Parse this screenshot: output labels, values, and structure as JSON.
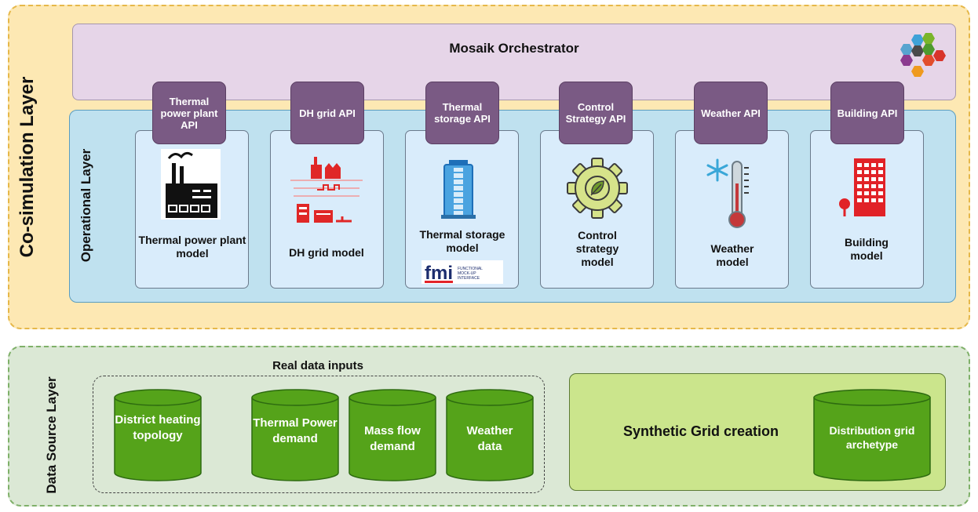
{
  "colors": {
    "cosim_bg": "#fde8b3",
    "orchestrator_bg": "#e6d5e8",
    "operational_bg": "#bfe1ef",
    "api_bg": "#7a5a84",
    "model_bg": "#d9ecfb",
    "datasource_bg": "#dbe8d5",
    "cylinder_green": "#55a31a",
    "synthetic_bg": "#cbe58c"
  },
  "cosim_label": "Co-simulation Layer",
  "orchestrator_title": "Mosaik Orchestrator",
  "operational_label": "Operational Layer",
  "apis": [
    {
      "label": "Thermal power plant API"
    },
    {
      "label": "DH grid API"
    },
    {
      "label": "Thermal storage API"
    },
    {
      "label": "Control Strategy API"
    },
    {
      "label": "Weather API"
    },
    {
      "label": "Building API"
    }
  ],
  "models": [
    {
      "label": "Thermal power plant model",
      "icon": "power-plant-icon"
    },
    {
      "label": "DH grid model",
      "icon": "district-heating-grid-icon"
    },
    {
      "label": "Thermal storage model",
      "icon": "storage-tank-icon",
      "badge": "fmi",
      "badge_sub": "FUNCTIONAL MOCK-UP INTERFACE"
    },
    {
      "label": "Control strategy model",
      "icon": "gear-leaf-icon"
    },
    {
      "label": "Weather model",
      "icon": "thermometer-snowflake-icon"
    },
    {
      "label": "Building model",
      "icon": "building-icon"
    }
  ],
  "datasource_label": "Data Source Layer",
  "real_data_title": "Real data inputs",
  "real_data": [
    {
      "label": "District heating topology"
    },
    {
      "label": "Thermal Power demand"
    },
    {
      "label": "Mass flow demand"
    },
    {
      "label": "Weather data"
    }
  ],
  "synthetic_title": "Synthetic Grid creation",
  "synthetic_data": {
    "label": "Distribution grid archetype"
  }
}
